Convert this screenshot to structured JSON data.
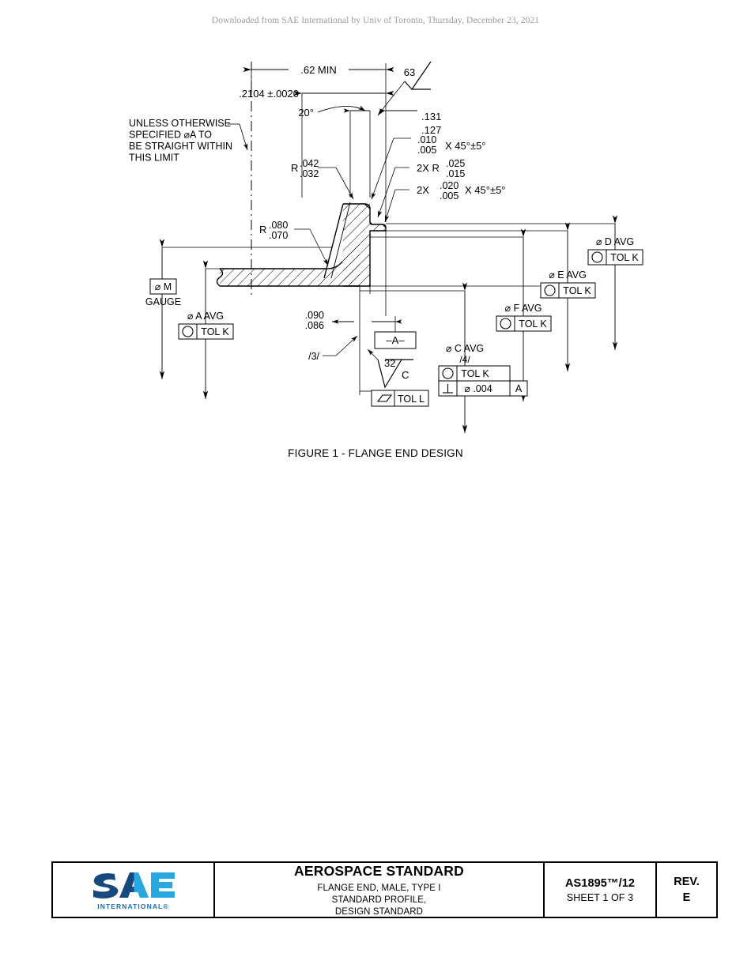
{
  "header": {
    "download_notice": "Downloaded from SAE International by Univ of Toronto, Thursday, December 23, 2021"
  },
  "figure": {
    "caption": "FIGURE 1 - FLANGE END DESIGN",
    "notes": {
      "straightness_note": "UNLESS OTHERWISE SPECIFIED ⌀A TO BE STRAIGHT WITHIN THIS LIMIT"
    },
    "dimensions": {
      "length_min": ".62 MIN",
      "seal_length": ".2104 ±.0020",
      "angle": "20°",
      "surface_finish_nose": "63",
      "nose_upper": ".131",
      "nose_lower": ".127",
      "chamfer1_upper": ".010",
      "chamfer1_lower": ".005",
      "chamfer1_angle": "X 45°±5°",
      "radius1_upper": ".042",
      "radius1_lower": ".032",
      "radius1_prefix": "R",
      "radius2_prefix": "2X R",
      "radius2_upper": ".025",
      "radius2_lower": ".015",
      "chamfer2_prefix": "2X",
      "chamfer2_upper": ".020",
      "chamfer2_lower": ".005",
      "chamfer2_angle": "X 45°±5°",
      "radius3_prefix": "R",
      "radius3_upper": ".080",
      "radius3_lower": ".070",
      "thickness_upper": ".090",
      "thickness_lower": ".086"
    },
    "callouts": {
      "gauge_dia": "⌀ M",
      "gauge_label": "GAUGE",
      "dia_a": "⌀ A AVG",
      "dia_c": "⌀ C AVG",
      "dia_c_note": "/4/",
      "dia_d": "⌀ D AVG",
      "dia_e": "⌀ E AVG",
      "dia_f": "⌀ F AVG",
      "tol_k": "TOL K",
      "tol_l": "TOL L",
      "datum_a": "–A–",
      "datum_ref": "A",
      "perp_value": "⌀ .004",
      "surface_finish_face": "32",
      "surface_finish_face_letter": "C",
      "note_flag_3": "/3/"
    }
  },
  "title_block": {
    "logo_text": "SAE",
    "logo_subtext": "INTERNATIONAL®",
    "standard_title": "AEROSPACE STANDARD",
    "subtitle_line1": "FLANGE END, MALE, TYPE I",
    "subtitle_line2": "STANDARD PROFILE,",
    "subtitle_line3": "DESIGN STANDARD",
    "document_number": "AS1895™/12",
    "sheet": "SHEET 1 OF 3",
    "rev_label": "REV.",
    "rev_value": "E"
  },
  "colors": {
    "line": "#000000",
    "centerline": "#000000",
    "logo_light_blue": "#29a8e0",
    "logo_dark_blue": "#16497d",
    "header_gray": "#9a9a9a"
  }
}
